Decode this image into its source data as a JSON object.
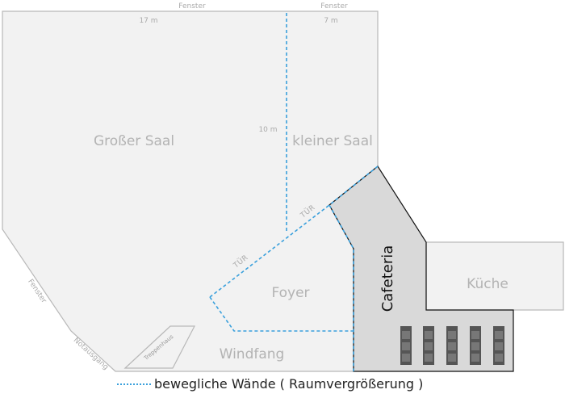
{
  "labels": {
    "window_top_left": "Fenster",
    "window_top_right": "Fenster",
    "window_left": "Fenster",
    "dim_large_width": "17 m",
    "dim_small_width": "7 m",
    "dim_depth": "10 m",
    "room_large_hall": "Großer Saal",
    "room_small_hall": "kleiner Saal",
    "room_foyer": "Foyer",
    "room_cafeteria": "Cafeteria",
    "room_kitchen": "Küche",
    "room_windfang": "Windfang",
    "stairwell": "Treppenhaus",
    "emergency_exit": "Notausgang",
    "door_1": "TÜR",
    "door_2": "TÜR"
  },
  "legend": {
    "text": "bewegliche Wände ( Raumvergrößerung )"
  },
  "colors": {
    "room_fill": "#f2f2f2",
    "room_stroke": "#b8b8b8",
    "cafeteria_fill": "#d9d9d9",
    "movable_wall": "#3aa0dc",
    "table": "#555555"
  }
}
